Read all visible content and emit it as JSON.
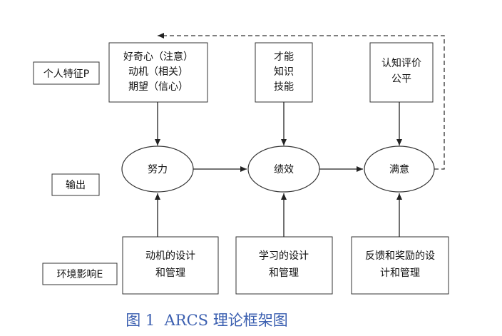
{
  "row_labels": {
    "personal": "个人特征P",
    "output": "输出",
    "environment": "环境影响E"
  },
  "top_boxes": [
    {
      "lines": [
        "好奇心（注意）",
        "动机（相关）",
        "期望（信心）"
      ]
    },
    {
      "lines": [
        "才能",
        "知识",
        "技能"
      ]
    },
    {
      "lines": [
        "认知评价",
        "公平"
      ]
    }
  ],
  "ellipses": [
    {
      "label": "努力"
    },
    {
      "label": "绩效"
    },
    {
      "label": "满意"
    }
  ],
  "bottom_boxes": [
    {
      "lines": [
        "动机的设计",
        "和管理"
      ]
    },
    {
      "lines": [
        "学习的设计",
        "和管理"
      ]
    },
    {
      "lines": [
        "反馈和奖励的设",
        "计和管理"
      ]
    }
  ],
  "caption": "图 1  ARCS 理论框架图",
  "colors": {
    "stroke": "#333333",
    "caption": "#3b5fb0"
  }
}
